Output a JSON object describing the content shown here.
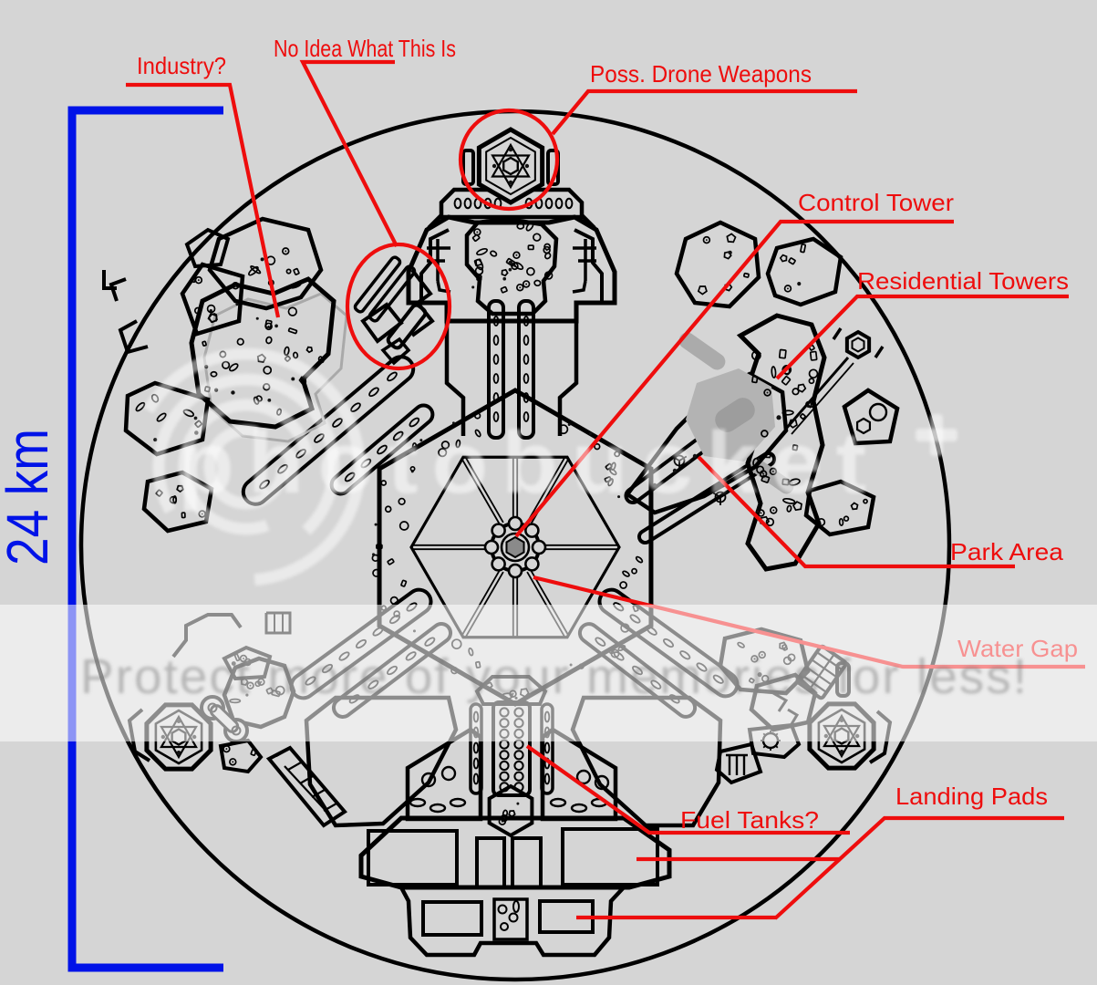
{
  "scale_bar": {
    "label": "24 km"
  },
  "annotations": {
    "industry": {
      "label": "Industry?"
    },
    "no_idea": {
      "label": "No Idea What This Is"
    },
    "drone": {
      "label": "Poss. Drone Weapons"
    },
    "control": {
      "label": "Control Tower"
    },
    "residential": {
      "label": "Residential Towers"
    },
    "park": {
      "label": "Park Area"
    },
    "water": {
      "label": "Water Gap"
    },
    "fuel": {
      "label": "Fuel Tanks?"
    },
    "landing": {
      "label": "Landing Pads"
    }
  },
  "watermarks": {
    "brand": "photobucket",
    "plus": "+",
    "banner": "Protect more of your memories for less!"
  },
  "colors": {
    "background": "#d5d5d5",
    "linework": "#000000",
    "annotation_red": "#ee0d0d",
    "scale_blue": "#0013e8",
    "park_fill": "#b3b3b3",
    "park_core": "#9d9d9d",
    "gear_core": "#8a8a8a",
    "ramp_gray": "#ababab"
  }
}
